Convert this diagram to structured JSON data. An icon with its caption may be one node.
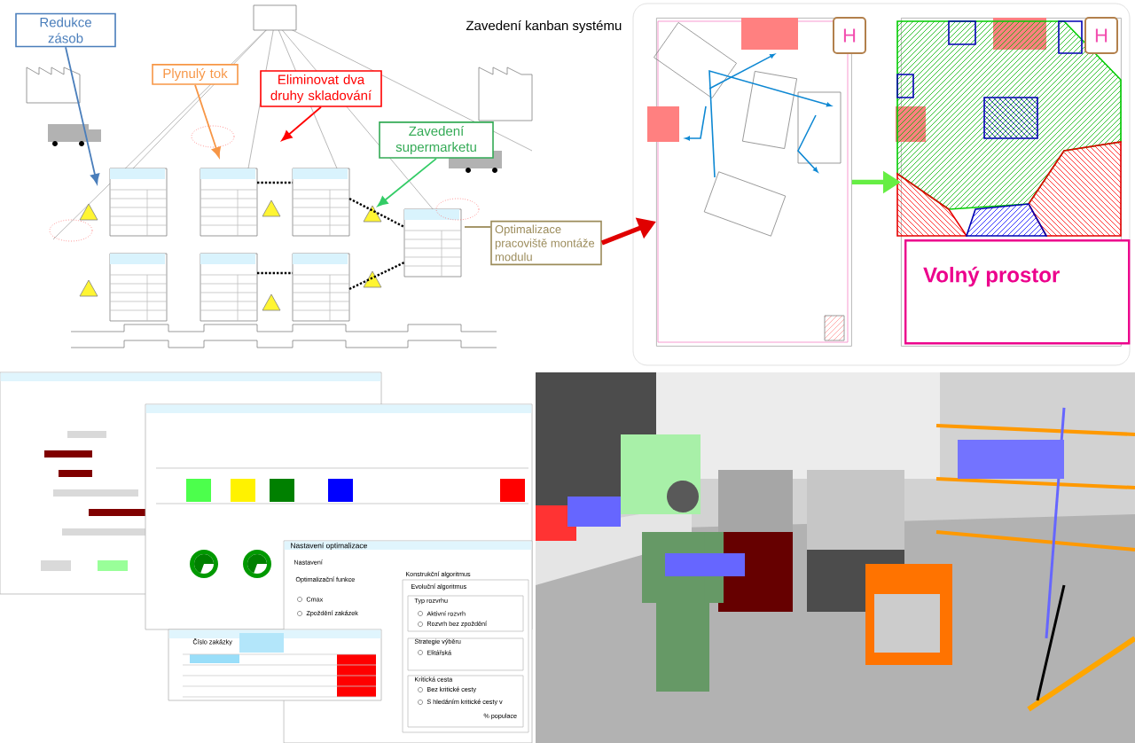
{
  "diagram": {
    "nodes": [
      {
        "text": [
          "Redukce zásob"
        ]
      },
      {
        "text": [
          "Plynulý tok"
        ]
      },
      {
        "text": [
          "Eliminovat dva druhy skladování"
        ]
      },
      {
        "text": [
          "Zavedení supermarketu"
        ]
      },
      {
        "text": [
          "Optimalizace pracoviště montáže modulu"
        ]
      },
      {
        "text": [],
        "shape": "picture"
      },
      {
        "text": [],
        "shape": "picture"
      },
      {
        "text": [
          "Volný prostor"
        ],
        "in": 6
      }
    ],
    "edges": [
      {
        "from": 0,
        "to": null,
        "arrow": "to",
        "color": "#4a7ebb"
      },
      {
        "from": 1,
        "to": null,
        "arrow": "to",
        "color": "#f79646"
      },
      {
        "from": 2,
        "to": null,
        "arrow": "to",
        "color": "#ff0000"
      },
      {
        "from": 3,
        "to": null,
        "arrow": "to",
        "color": "#33cc66"
      },
      {
        "from": 4,
        "to": null,
        "arrow": "none",
        "color": "#9b8b5a"
      },
      {
        "from": 4,
        "to": 5,
        "arrow": "to",
        "color": "#e00000",
        "style": "thick"
      },
      {
        "from": 5,
        "to": 6,
        "arrow": "to",
        "color": "#66ee44",
        "style": "thick"
      }
    ],
    "labels": [
      "Zavedení kanban systému",
      "H",
      "H",
      "Nastavení optimalizace",
      "Nastavení",
      "Optimalizační funkce",
      "Cmax",
      "Zpoždění zakázek",
      "Konstrukční algoritmus",
      "Evoluční algoritmus",
      "Typ rozvrhu",
      "Aktivní rozvrh",
      "Rozvrh bez zpoždění",
      "Strategie výběru",
      "Elitářská",
      "Kritická cesta",
      "Bez kritické cesty",
      "S hledáním kritické cesty v",
      "% populace",
      "Číslo zakázky"
    ]
  }
}
